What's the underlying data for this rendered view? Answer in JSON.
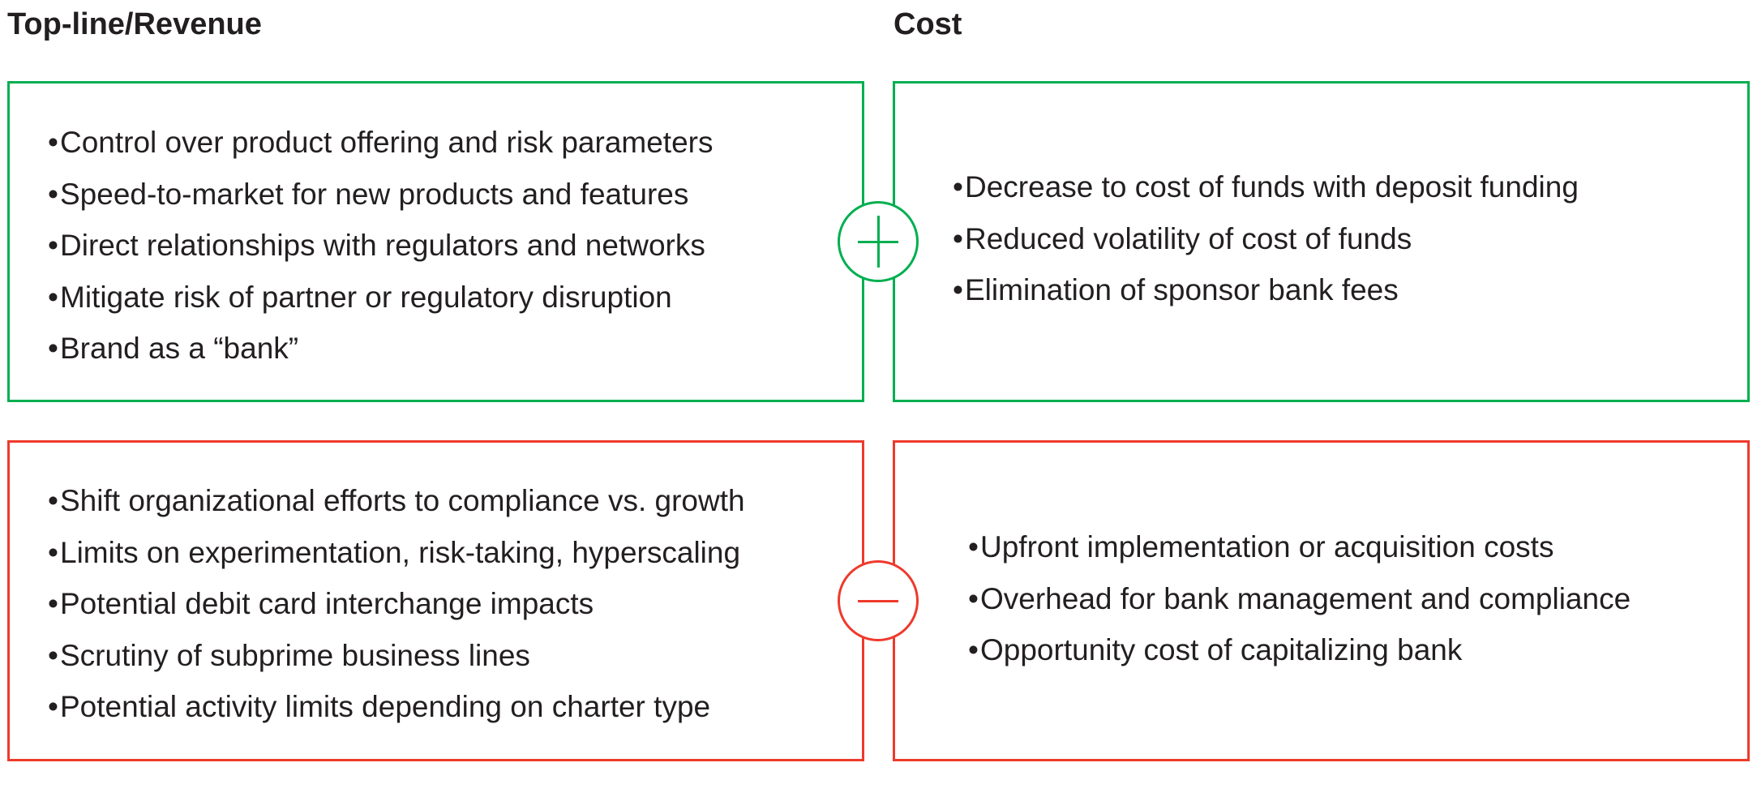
{
  "headings": {
    "left": "Top-line/Revenue",
    "right": "Cost"
  },
  "bullet_char": "•",
  "colors": {
    "positive": "#00B050",
    "negative": "#EE3A2C",
    "text": "#231F20"
  },
  "badges": {
    "positive": {
      "icon": "plus-icon",
      "label": "+"
    },
    "negative": {
      "icon": "minus-icon",
      "label": "−"
    }
  },
  "quadrants": {
    "revenue_positive": {
      "items": [
        "Control over product offering and risk parameters",
        "Speed-to-market for new products and features",
        "Direct relationships with regulators and networks",
        "Mitigate risk of partner or regulatory disruption",
        "Brand as a “bank”"
      ]
    },
    "cost_positive": {
      "items": [
        "Decrease to cost of funds with deposit funding",
        "Reduced volatility of cost of funds",
        "Elimination of sponsor bank fees"
      ]
    },
    "revenue_negative": {
      "items": [
        "Shift organizational efforts to compliance vs. growth",
        "Limits on experimentation, risk-taking, hyperscaling",
        "Potential debit card interchange impacts",
        "Scrutiny of subprime business lines",
        "Potential activity limits depending on charter type"
      ]
    },
    "cost_negative": {
      "items": [
        "Upfront implementation or acquisition costs",
        "Overhead for bank management and compliance",
        "Opportunity cost of capitalizing bank"
      ]
    }
  }
}
